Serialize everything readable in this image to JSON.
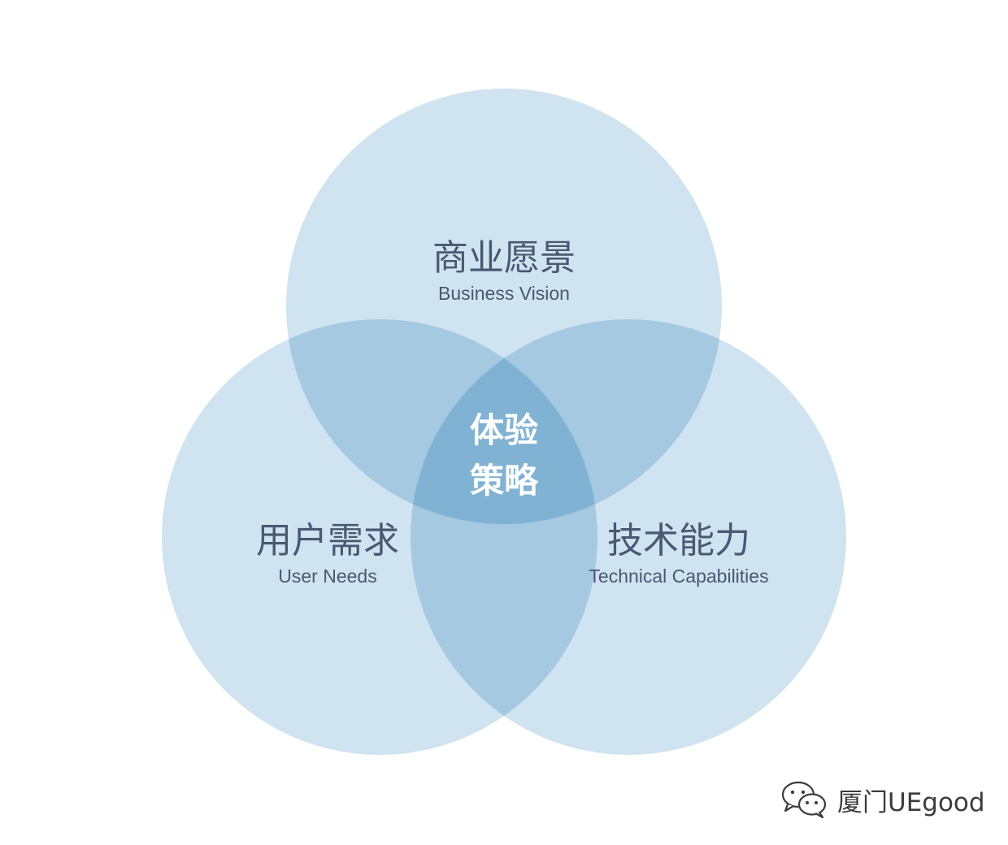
{
  "diagram": {
    "colors": {
      "circle_fill": "#cfe3f0",
      "pair_overlap": "#a4c9e0",
      "center_overlap": "#80b2d4",
      "label_text": "#4a5873",
      "center_text": "#ffffff"
    },
    "circles": {
      "top": {
        "title": "商业愿景",
        "subtitle": "Business Vision"
      },
      "left": {
        "title": "用户需求",
        "subtitle": "User Needs"
      },
      "right": {
        "title": "技术能力",
        "subtitle": "Technical Capabilities"
      }
    },
    "center": {
      "line1": "体验",
      "line2": "策略"
    }
  },
  "watermark": {
    "icon": "wechat-icon",
    "text": "厦门UEgood"
  }
}
